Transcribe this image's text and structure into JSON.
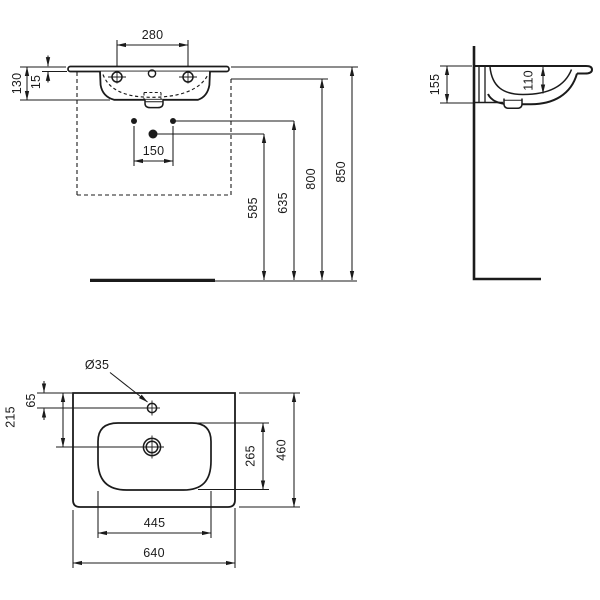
{
  "drawing": {
    "front_view": {
      "faucet_spacing": "280",
      "total_height": "130",
      "rim_thickness": "15",
      "supply_spacing": "150",
      "drain_outlet_height": "585",
      "supply_height": "635",
      "rim_underside_height": "800",
      "rim_top_height": "850"
    },
    "side_view": {
      "basin_depth": "155",
      "bowl_inner_depth": "110"
    },
    "plan_view": {
      "faucet_hole_diameter": "Ø35",
      "faucet_hole_offset": "65",
      "drain_center_offset": "215",
      "bowl_length": "265",
      "overall_depth": "460",
      "bowl_width": "445",
      "overall_width": "640"
    },
    "colors": {
      "line": "#1b1b1b",
      "background": "#ffffff"
    }
  }
}
